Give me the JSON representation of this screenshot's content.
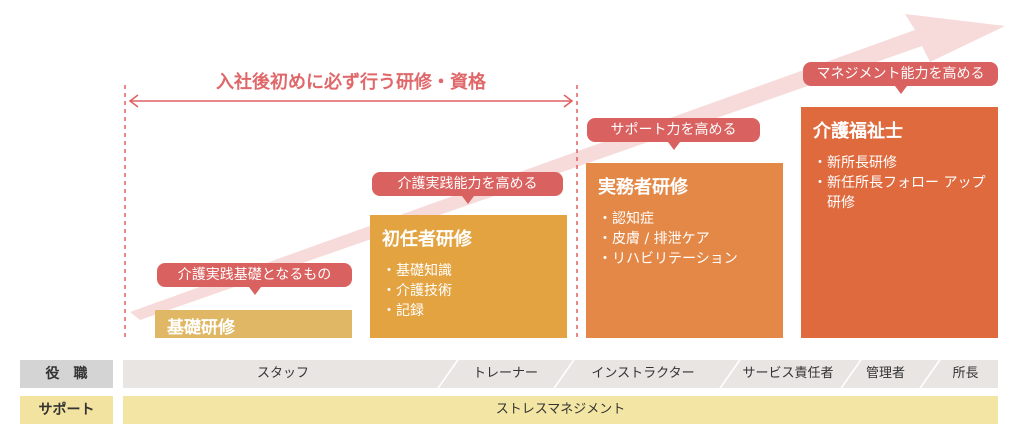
{
  "title": "入社後初めに必ず行う研修・資格",
  "stages": [
    {
      "bubble": "介護実践基礎となるもの",
      "title": "基礎研修",
      "items": [],
      "color": "#e0b865"
    },
    {
      "bubble": "介護実践能力を高める",
      "title": "初任者研修",
      "items": [
        "基礎知識",
        "介護技術",
        "記録"
      ],
      "color": "#e3a340"
    },
    {
      "bubble": "サポート力を高める",
      "title": "実務者研修",
      "items": [
        "認知症",
        "皮膚 / 排泄ケア",
        "リハビリテーション"
      ],
      "color": "#e48848"
    },
    {
      "bubble": "マネジメント能力を高める",
      "title": "介護福祉士",
      "items": [
        "新所長研修",
        "新任所長フォロー アップ研修"
      ],
      "color": "#df6a3e"
    }
  ],
  "roles": {
    "label": "役　職",
    "items": [
      "スタッフ",
      "トレーナー",
      "インストラクター",
      "サービス責任者",
      "管理者",
      "所長"
    ]
  },
  "support": {
    "label": "サポート",
    "value": "ストレスマネジメント"
  }
}
